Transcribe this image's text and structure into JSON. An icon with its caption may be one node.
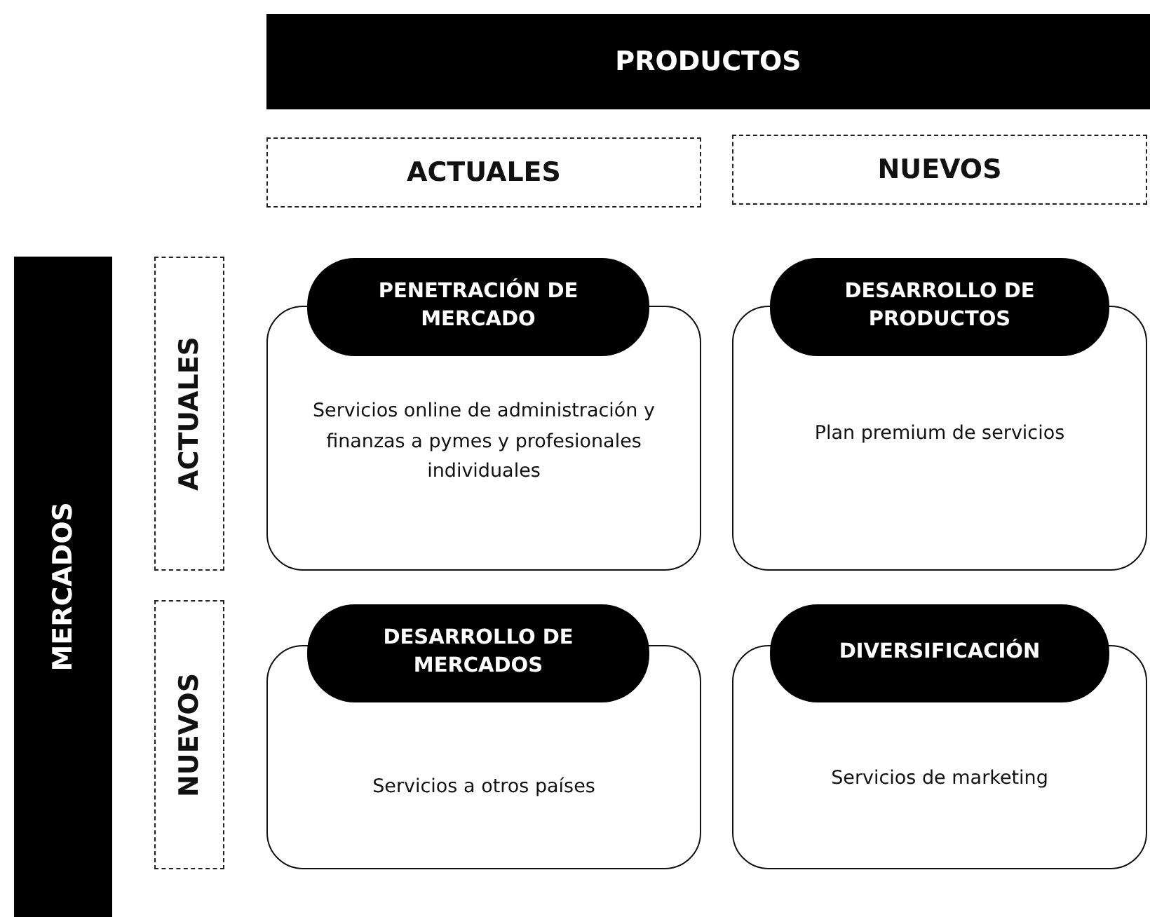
{
  "diagram": {
    "nodes": [
      {
        "text": [
          "PRODUCTOS"
        ]
      },
      {
        "text": [
          "ACTUALES"
        ]
      },
      {
        "text": [
          "NUEVOS"
        ]
      },
      {
        "text": [
          "MERCADOS"
        ]
      },
      {
        "text": [
          "ACTUALES"
        ]
      },
      {
        "text": [
          "NUEVOS"
        ]
      },
      {
        "text": [
          "PENETRACIÓN DE MERCADO",
          "Servicios online de administración y finanzas a pymes y profesionales individuales"
        ]
      },
      {
        "text": [
          "DESARROLLO DE PRODUCTOS",
          "Plan premium de servicios"
        ]
      },
      {
        "text": [
          "DESARROLLO DE MERCADOS",
          "Servicios a otros países"
        ]
      },
      {
        "text": [
          "DIVERSIFICACIÓN",
          "Servicios de marketing"
        ]
      }
    ],
    "edges": []
  }
}
